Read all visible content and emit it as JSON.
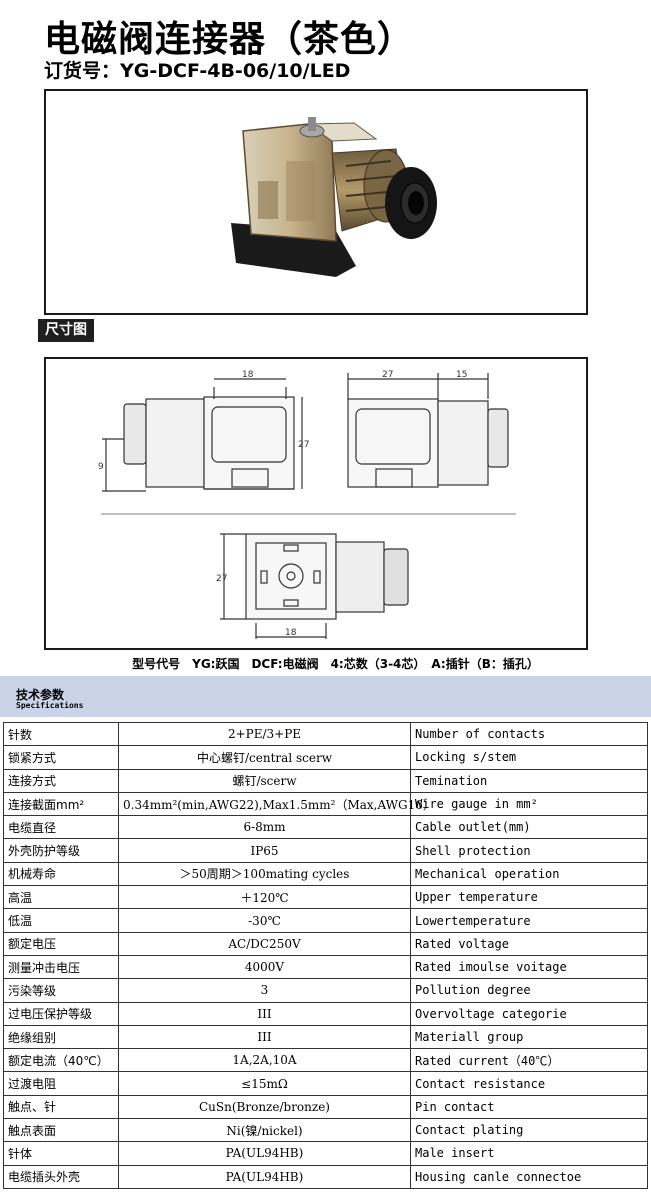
{
  "header": {
    "title": "电磁阀连接器（茶色）",
    "order_no": "订货号：YG-DCF-4B-06/10/LED"
  },
  "dimension_tag": "尺寸图",
  "drawing": {
    "dim_front_width": "18",
    "dim_side_depth": "27",
    "dim_side_gland": "15",
    "dim_height": "27",
    "dim_offset": "9",
    "dim_bottom_height": "27",
    "dim_bottom_width": "18"
  },
  "legend": "型号代号　YG:跃国　DCF:电磁阀　4:芯数（3-4芯）　A:插针（B：插孔）",
  "spec": {
    "title": "技术参数",
    "subtitle": "Specifications",
    "rows": [
      {
        "cn": "针数",
        "value": "2+PE/3+PE",
        "en": "Number of contacts"
      },
      {
        "cn": "锁紧方式",
        "value": "中心螺钉/central scerw",
        "en": "Locking s/stem"
      },
      {
        "cn": "连接方式",
        "value": "螺钉/scerw",
        "en": "Temination"
      },
      {
        "cn": "连接截面mm²",
        "value": "0.34mm²(min,AWG22),Max1.5mm²（Max,AWG16）",
        "en": "Wire gauge in mm²"
      },
      {
        "cn": "电缆直径",
        "value": "6-8mm",
        "en": "Cable outlet(mm)"
      },
      {
        "cn": "外壳防护等级",
        "value": "IP65",
        "en": "Shell protection"
      },
      {
        "cn": "机械寿命",
        "value": "＞50周期＞100mating cycles",
        "en": "Mechanical operation"
      },
      {
        "cn": "高温",
        "value": "＋120℃",
        "en": "Upper temperature"
      },
      {
        "cn": "低温",
        "value": "-30℃",
        "en": "Lowertemperature"
      },
      {
        "cn": "额定电压",
        "value": "AC/DC250V",
        "en": "Rated voltage"
      },
      {
        "cn": "测量冲击电压",
        "value": "4000V",
        "en": "Rated imoulse voitage"
      },
      {
        "cn": "污染等级",
        "value": "3",
        "en": "Pollution degree"
      },
      {
        "cn": "过电压保护等级",
        "value": "III",
        "en": "Overvoltage categorie"
      },
      {
        "cn": "绝缘组别",
        "value": "III",
        "en": "Materiall group"
      },
      {
        "cn": "额定电流（40℃）",
        "value": "1A,2A,10A",
        "en": "Rated current（40℃）"
      },
      {
        "cn": "过渡电阻",
        "value": "≤15mΩ",
        "en": "Contact resistance"
      },
      {
        "cn": "触点、针",
        "value": "CuSn(Bronze/bronze)",
        "en": "Pin contact"
      },
      {
        "cn": "触点表面",
        "value": "Ni(镍/nickel)",
        "en": "Contact plating"
      },
      {
        "cn": "针体",
        "value": "PA(UL94HB)",
        "en": "Male insert"
      },
      {
        "cn": "电缆插头外壳",
        "value": "PA(UL94HB)",
        "en": "Housing canle connectoe"
      }
    ]
  }
}
